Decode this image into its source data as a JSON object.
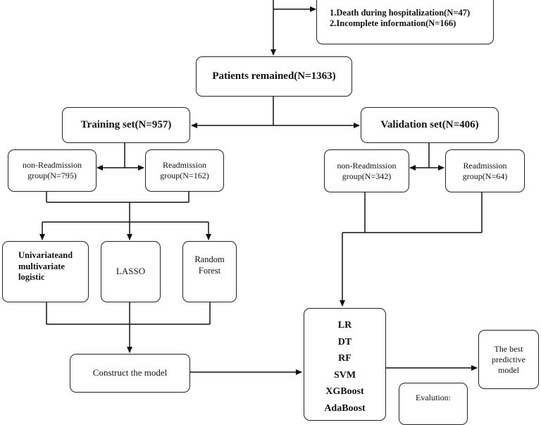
{
  "exclusion": {
    "item1": "1.Death during hospitalization(N=47)",
    "item2": "2.Incomplete information(N=166)"
  },
  "remained": "Patients remained(N=1363)",
  "training": {
    "title": "Training set(N=957)",
    "non_readmission": "non-Readmission group(N=795)",
    "readmission": "Readmission group(N=162)"
  },
  "validation": {
    "title": "Validation set(N=406)",
    "non_readmission": "non-Readmission group(N=342)",
    "readmission": "Readmission group(N=64)"
  },
  "selection": {
    "logistic": "Univariateand multivariate logistic",
    "lasso": "LASSO",
    "random_forest": "Random Forest"
  },
  "construct": "Construct the model",
  "models": [
    "LR",
    "DT",
    "RF",
    "SVM",
    "XGBoost",
    "AdaBoost"
  ],
  "best_model": "The best predictive model",
  "evaluation": "Evalution:"
}
